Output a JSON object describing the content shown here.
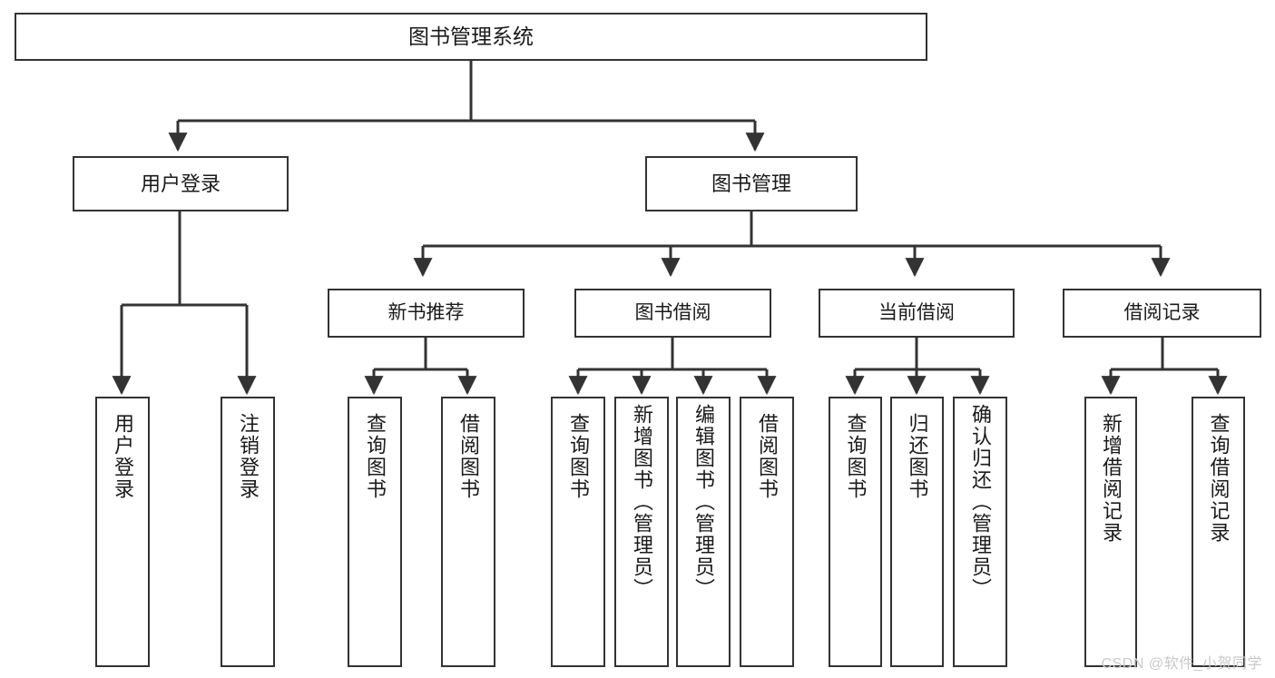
{
  "diagram": {
    "title": "图书管理系统",
    "root": {
      "label": "图书管理系统"
    },
    "level1": [
      {
        "label": "用户登录"
      },
      {
        "label": "图书管理"
      }
    ],
    "level2": [
      {
        "label": "新书推荐"
      },
      {
        "label": "图书借阅"
      },
      {
        "label": "当前借阅"
      },
      {
        "label": "借阅记录"
      }
    ],
    "leaves": {
      "user_login": [
        {
          "label": "用户登录"
        },
        {
          "label": "注销登录"
        }
      ],
      "new_book_recommend": [
        {
          "label": "查询图书"
        },
        {
          "label": "借阅图书"
        }
      ],
      "book_borrow": [
        {
          "label": "查询图书"
        },
        {
          "label": "新增图书（管理员）"
        },
        {
          "label": "编辑图书（管理员）"
        },
        {
          "label": "借阅图书"
        }
      ],
      "current_borrow": [
        {
          "label": "查询图书"
        },
        {
          "label": "归还图书"
        },
        {
          "label": "确认归还（管理员）"
        }
      ],
      "borrow_record": [
        {
          "label": "新增借阅记录"
        },
        {
          "label": "查询借阅记录"
        }
      ]
    }
  },
  "watermark": {
    "text": "CSDN @软件_小贺同学"
  },
  "colors": {
    "box_border": "#333333",
    "connector": "#333333",
    "text": "#1a1a1a",
    "watermark": "#c9c9c9",
    "background": "#ffffff"
  }
}
